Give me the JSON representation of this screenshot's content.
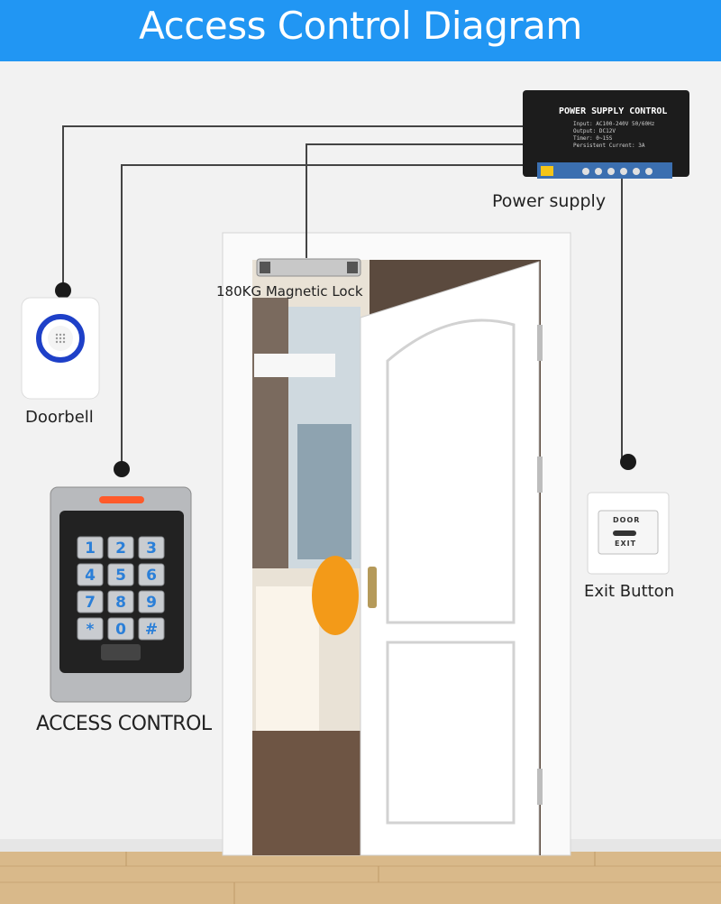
{
  "title": "Access Control Diagram",
  "labels": {
    "power_supply": "Power supply",
    "magnetic_lock": "180KG Magnetic Lock",
    "doorbell": "Doorbell",
    "access_control": "ACCESS CONTROL",
    "exit_button": "Exit Button"
  },
  "power_supply_panel": {
    "heading": "POWER SUPPLY CONTROL",
    "lines": [
      "Input: AC100-240V 50/60Hz",
      "Output: DC12V",
      "Timer: 0~15S",
      "Persistent Current: 3A"
    ]
  },
  "keypad_keys": [
    "1",
    "2",
    "3",
    "4",
    "5",
    "6",
    "7",
    "8",
    "9",
    "*",
    "0",
    "#"
  ],
  "exit_button_text": [
    "DOOR",
    "EXIT"
  ],
  "colors": {
    "title_bar": "#2196f3",
    "keypad_key_text": "#2b7fd8",
    "doorbell_ring": "#1e40c8",
    "keypad_led": "#ff5a2a",
    "chair": "#f39a18"
  }
}
